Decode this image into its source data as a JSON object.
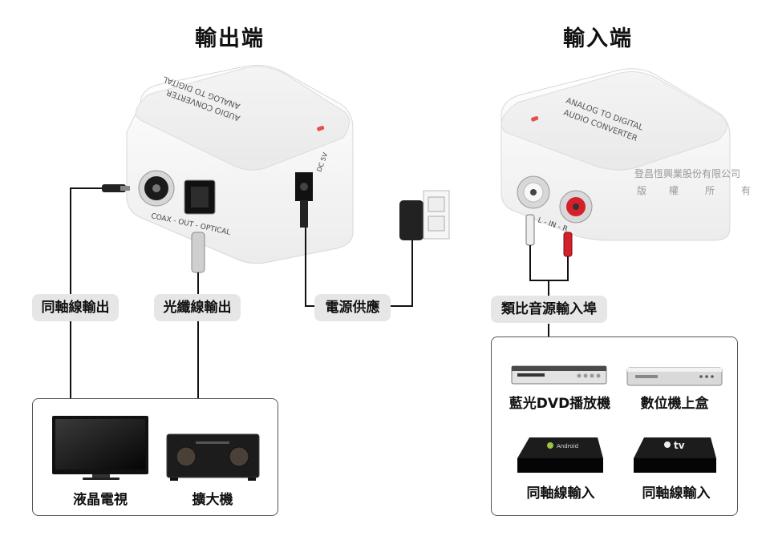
{
  "output_side": {
    "heading": "輸出端",
    "converter_text": [
      "ANALOG TO DIGITAL",
      "AUDIO CONVERTER"
    ],
    "power_port": "DC 5V",
    "port_label": "COAX - OUT - OPTICAL",
    "labels": {
      "coax_out": "同軸線輸出",
      "optical_out": "光纖線輸出",
      "power": "電源供應"
    },
    "devices": [
      {
        "label": "液晶電視"
      },
      {
        "label": "擴大機"
      }
    ]
  },
  "input_side": {
    "heading": "輸入端",
    "converter_text": [
      "ANALOG TO DIGITAL",
      "AUDIO CONVERTER"
    ],
    "port_label": "L - IN - R",
    "labels": {
      "analog_in": "類比音源輸入埠"
    },
    "devices": [
      {
        "label": "藍光DVD播放機"
      },
      {
        "label": "數位機上盒"
      },
      {
        "label": "同軸線輸入",
        "logo": "Android"
      },
      {
        "label": "同軸線輸入",
        "logo": "tv"
      }
    ]
  },
  "watermark": [
    "登昌恆興業股份有限公司",
    "版",
    "權",
    "所",
    "有"
  ],
  "colors": {
    "line": "#111111",
    "pill_bg": "#e6e6e6",
    "panel_border": "#555555",
    "rca_red": "#d4202a"
  }
}
